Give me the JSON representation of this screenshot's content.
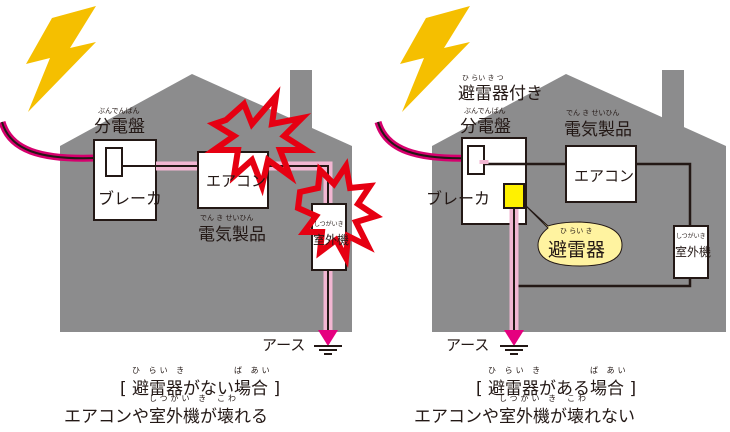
{
  "panels": {
    "left": {
      "breaker_box_ruby": "ぶんでんばん",
      "breaker_box": "分電盤",
      "breaker": "ブレーカ",
      "aircon": "エアコン",
      "appliance_ruby": "でん き せいひん",
      "appliance": "電気製品",
      "outdoor_ruby": "しつがいき",
      "outdoor": "室外機",
      "earth": "アース",
      "caption_open": "[",
      "caption_word": "避雷器",
      "caption_word_ruby": "ひ らい き",
      "caption_mid": "がない",
      "caption_place": "場合",
      "caption_place_ruby": "ば あい",
      "caption_close": "]",
      "result_a": "エアコンや",
      "result_outdoor": "室外機",
      "result_outdoor_ruby": "しつがい き",
      "result_b": "が",
      "result_broken": "壊",
      "result_broken_ruby": "こわ",
      "result_c": "れる"
    },
    "right": {
      "arrester_board_ruby": "ひ らい き   つ",
      "arrester_board": "避雷器付き",
      "breaker_box_ruby": "ぶんでんばん",
      "breaker_box": "分電盤",
      "appliance_ruby": "でん き せいひん",
      "appliance": "電気製品",
      "aircon": "エアコン",
      "breaker": "ブレーカ",
      "arrester_ruby": "ひ らい き",
      "arrester": "避雷器",
      "outdoor_ruby": "しつがいき",
      "outdoor": "室外機",
      "earth": "アース",
      "caption_open": "[",
      "caption_word": "避雷器",
      "caption_word_ruby": "ひ らい き",
      "caption_mid": "がある",
      "caption_place": "場合",
      "caption_place_ruby": "ば あい",
      "caption_close": "]",
      "result_a": "エアコンや",
      "result_outdoor": "室外機",
      "result_outdoor_ruby": "しつがい き",
      "result_b": "が",
      "result_broken": "壊",
      "result_broken_ruby": "こわ",
      "result_c": "れない"
    }
  },
  "colors": {
    "house": "#8c8c8d",
    "lightning": "#f5bf00",
    "surge_path": "#d6006e",
    "surge_path_light": "#f2b6d2",
    "burst_red": "#e60012",
    "arrester_box": "#fff100",
    "arrester_bubble": "#fff3a0"
  },
  "icons": [
    "lightning-bolt-icon",
    "burst-icon",
    "ground-symbol-icon"
  ]
}
